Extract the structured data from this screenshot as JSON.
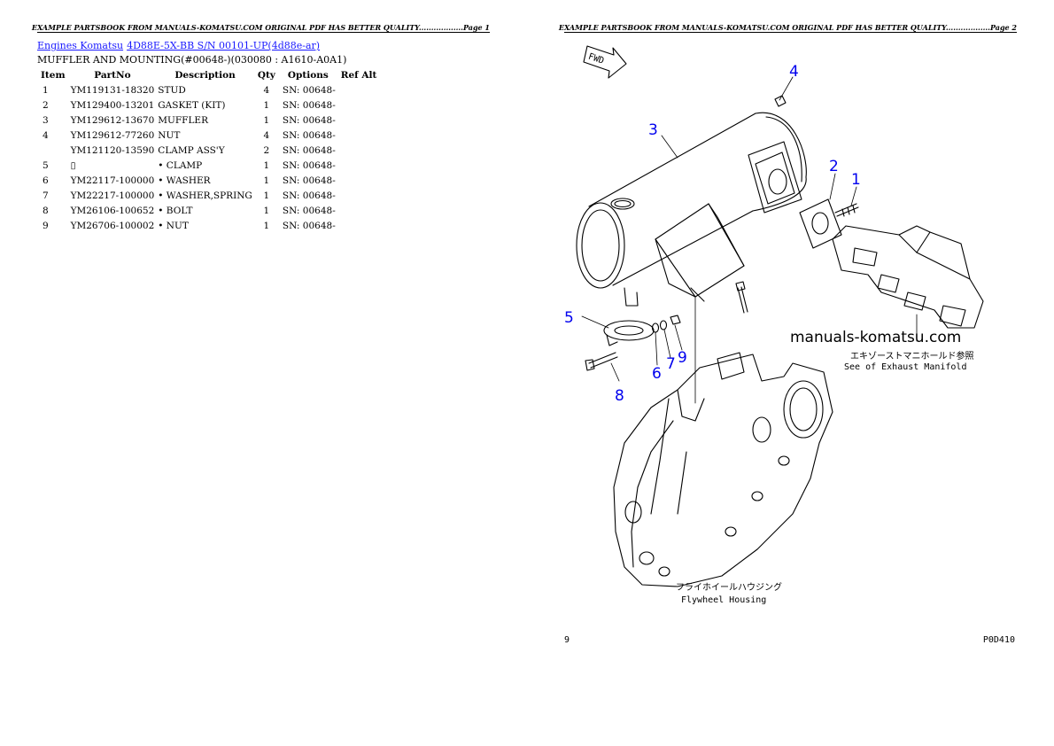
{
  "left_page": {
    "header": "EXAMPLE PARTSBOOK FROM MANUALS-KOMATSU.COM ORIGINAL PDF HAS BETTER QUALITY..................Page 1",
    "breadcrumb": {
      "link1": "Engines Komatsu",
      "link2": "4D88E-5X-BB S/N 00101-UP(4d88e-ar)"
    },
    "subtitle": "MUFFLER AND MOUNTING(#00648-)(030080 : A1610-A0A1)",
    "columns": [
      "Item",
      "PartNo",
      "Description",
      "Qty",
      "Options",
      "Ref Alt"
    ],
    "rows": [
      {
        "item": "1",
        "part": "YM119131-18320",
        "desc": "STUD",
        "qty": "4",
        "opt": "SN: 00648-"
      },
      {
        "item": "2",
        "part": "YM129400-13201",
        "desc": "GASKET (KIT)",
        "qty": "1",
        "opt": "SN: 00648-"
      },
      {
        "item": "3",
        "part": "YM129612-13670",
        "desc": "MUFFLER",
        "qty": "1",
        "opt": "SN: 00648-"
      },
      {
        "item": "4",
        "part": "YM129612-77260",
        "desc": "NUT",
        "qty": "4",
        "opt": "SN: 00648-"
      },
      {
        "item": "",
        "part": "YM121120-13590",
        "desc": "CLAMP ASS'Y",
        "qty": "2",
        "opt": "SN: 00648-"
      },
      {
        "item": "5",
        "part": "▯",
        "desc": "• CLAMP",
        "qty": "1",
        "opt": "SN: 00648-"
      },
      {
        "item": "6",
        "part": "YM22117-100000",
        "desc": "• WASHER",
        "qty": "1",
        "opt": "SN: 00648-"
      },
      {
        "item": "7",
        "part": "YM22217-100000",
        "desc": "• WASHER,SPRING",
        "qty": "1",
        "opt": "SN: 00648-"
      },
      {
        "item": "8",
        "part": "YM26106-100652",
        "desc": "• BOLT",
        "qty": "1",
        "opt": "SN: 00648-"
      },
      {
        "item": "9",
        "part": "YM26706-100002",
        "desc": "• NUT",
        "qty": "1",
        "opt": "SN: 00648-"
      }
    ]
  },
  "right_page": {
    "header": "EXAMPLE PARTSBOOK FROM MANUALS-KOMATSU.COM ORIGINAL PDF HAS BETTER QUALITY..................Page 2",
    "diagram": {
      "fwd_label": "FWD",
      "callouts": [
        "1",
        "2",
        "3",
        "4",
        "5",
        "6",
        "7",
        "8",
        "9"
      ],
      "watermark": "manuals-komatsu.com",
      "manifold_jp": "エキゾーストマニホールド参照",
      "manifold_en": "See of Exhaust Manifold",
      "housing_jp": "フライホイールハウジング",
      "housing_en": "Flywheel Housing"
    },
    "footer_left": "9",
    "footer_right": "P0D410"
  }
}
